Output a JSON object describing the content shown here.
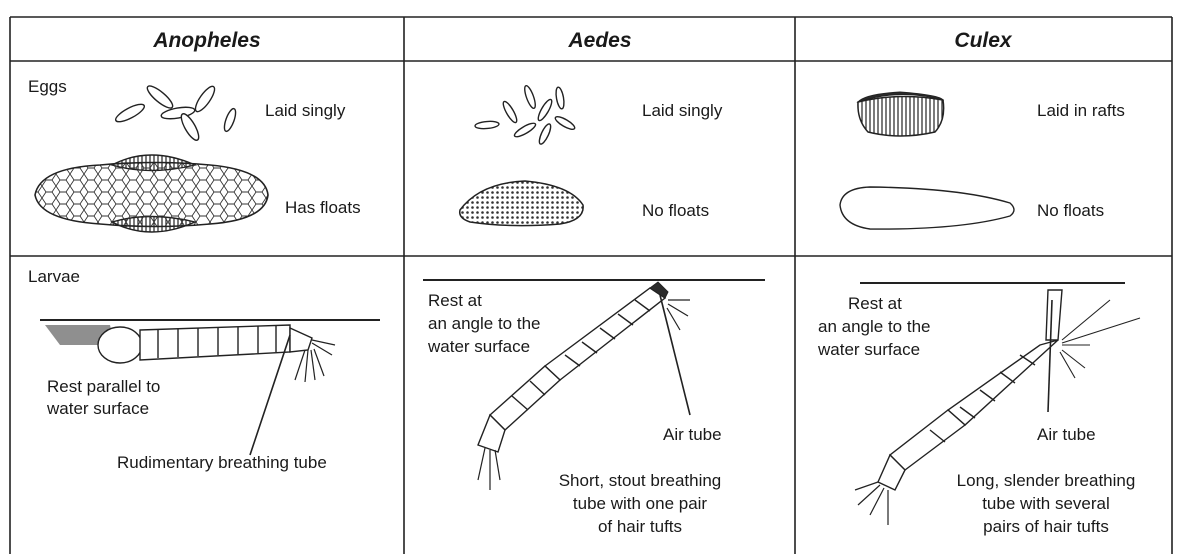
{
  "columns": [
    {
      "name": "Anopheles"
    },
    {
      "name": "Aedes"
    },
    {
      "name": "Culex"
    }
  ],
  "rows": {
    "eggs": "Eggs",
    "larvae": "Larvae"
  },
  "anopheles": {
    "eggs_label": "Laid singly",
    "float_label": "Has floats",
    "rest_label": [
      "Rest parallel to",
      "water surface"
    ],
    "tube_label": "Rudimentary breathing tube"
  },
  "aedes": {
    "eggs_label": "Laid singly",
    "float_label": "No floats",
    "rest_label": [
      "Rest at",
      "an angle to the",
      "water surface"
    ],
    "air_label": "Air tube",
    "tube_label": [
      "Short, stout breathing",
      "tube with one pair",
      "of hair tufts"
    ]
  },
  "culex": {
    "eggs_label": "Laid in rafts",
    "float_label": "No floats",
    "rest_label": [
      "Rest at",
      "an angle to the",
      "water surface"
    ],
    "air_label": "Air tube",
    "tube_label": [
      "Long, slender breathing",
      "tube with several",
      "pairs of hair tufts"
    ]
  }
}
